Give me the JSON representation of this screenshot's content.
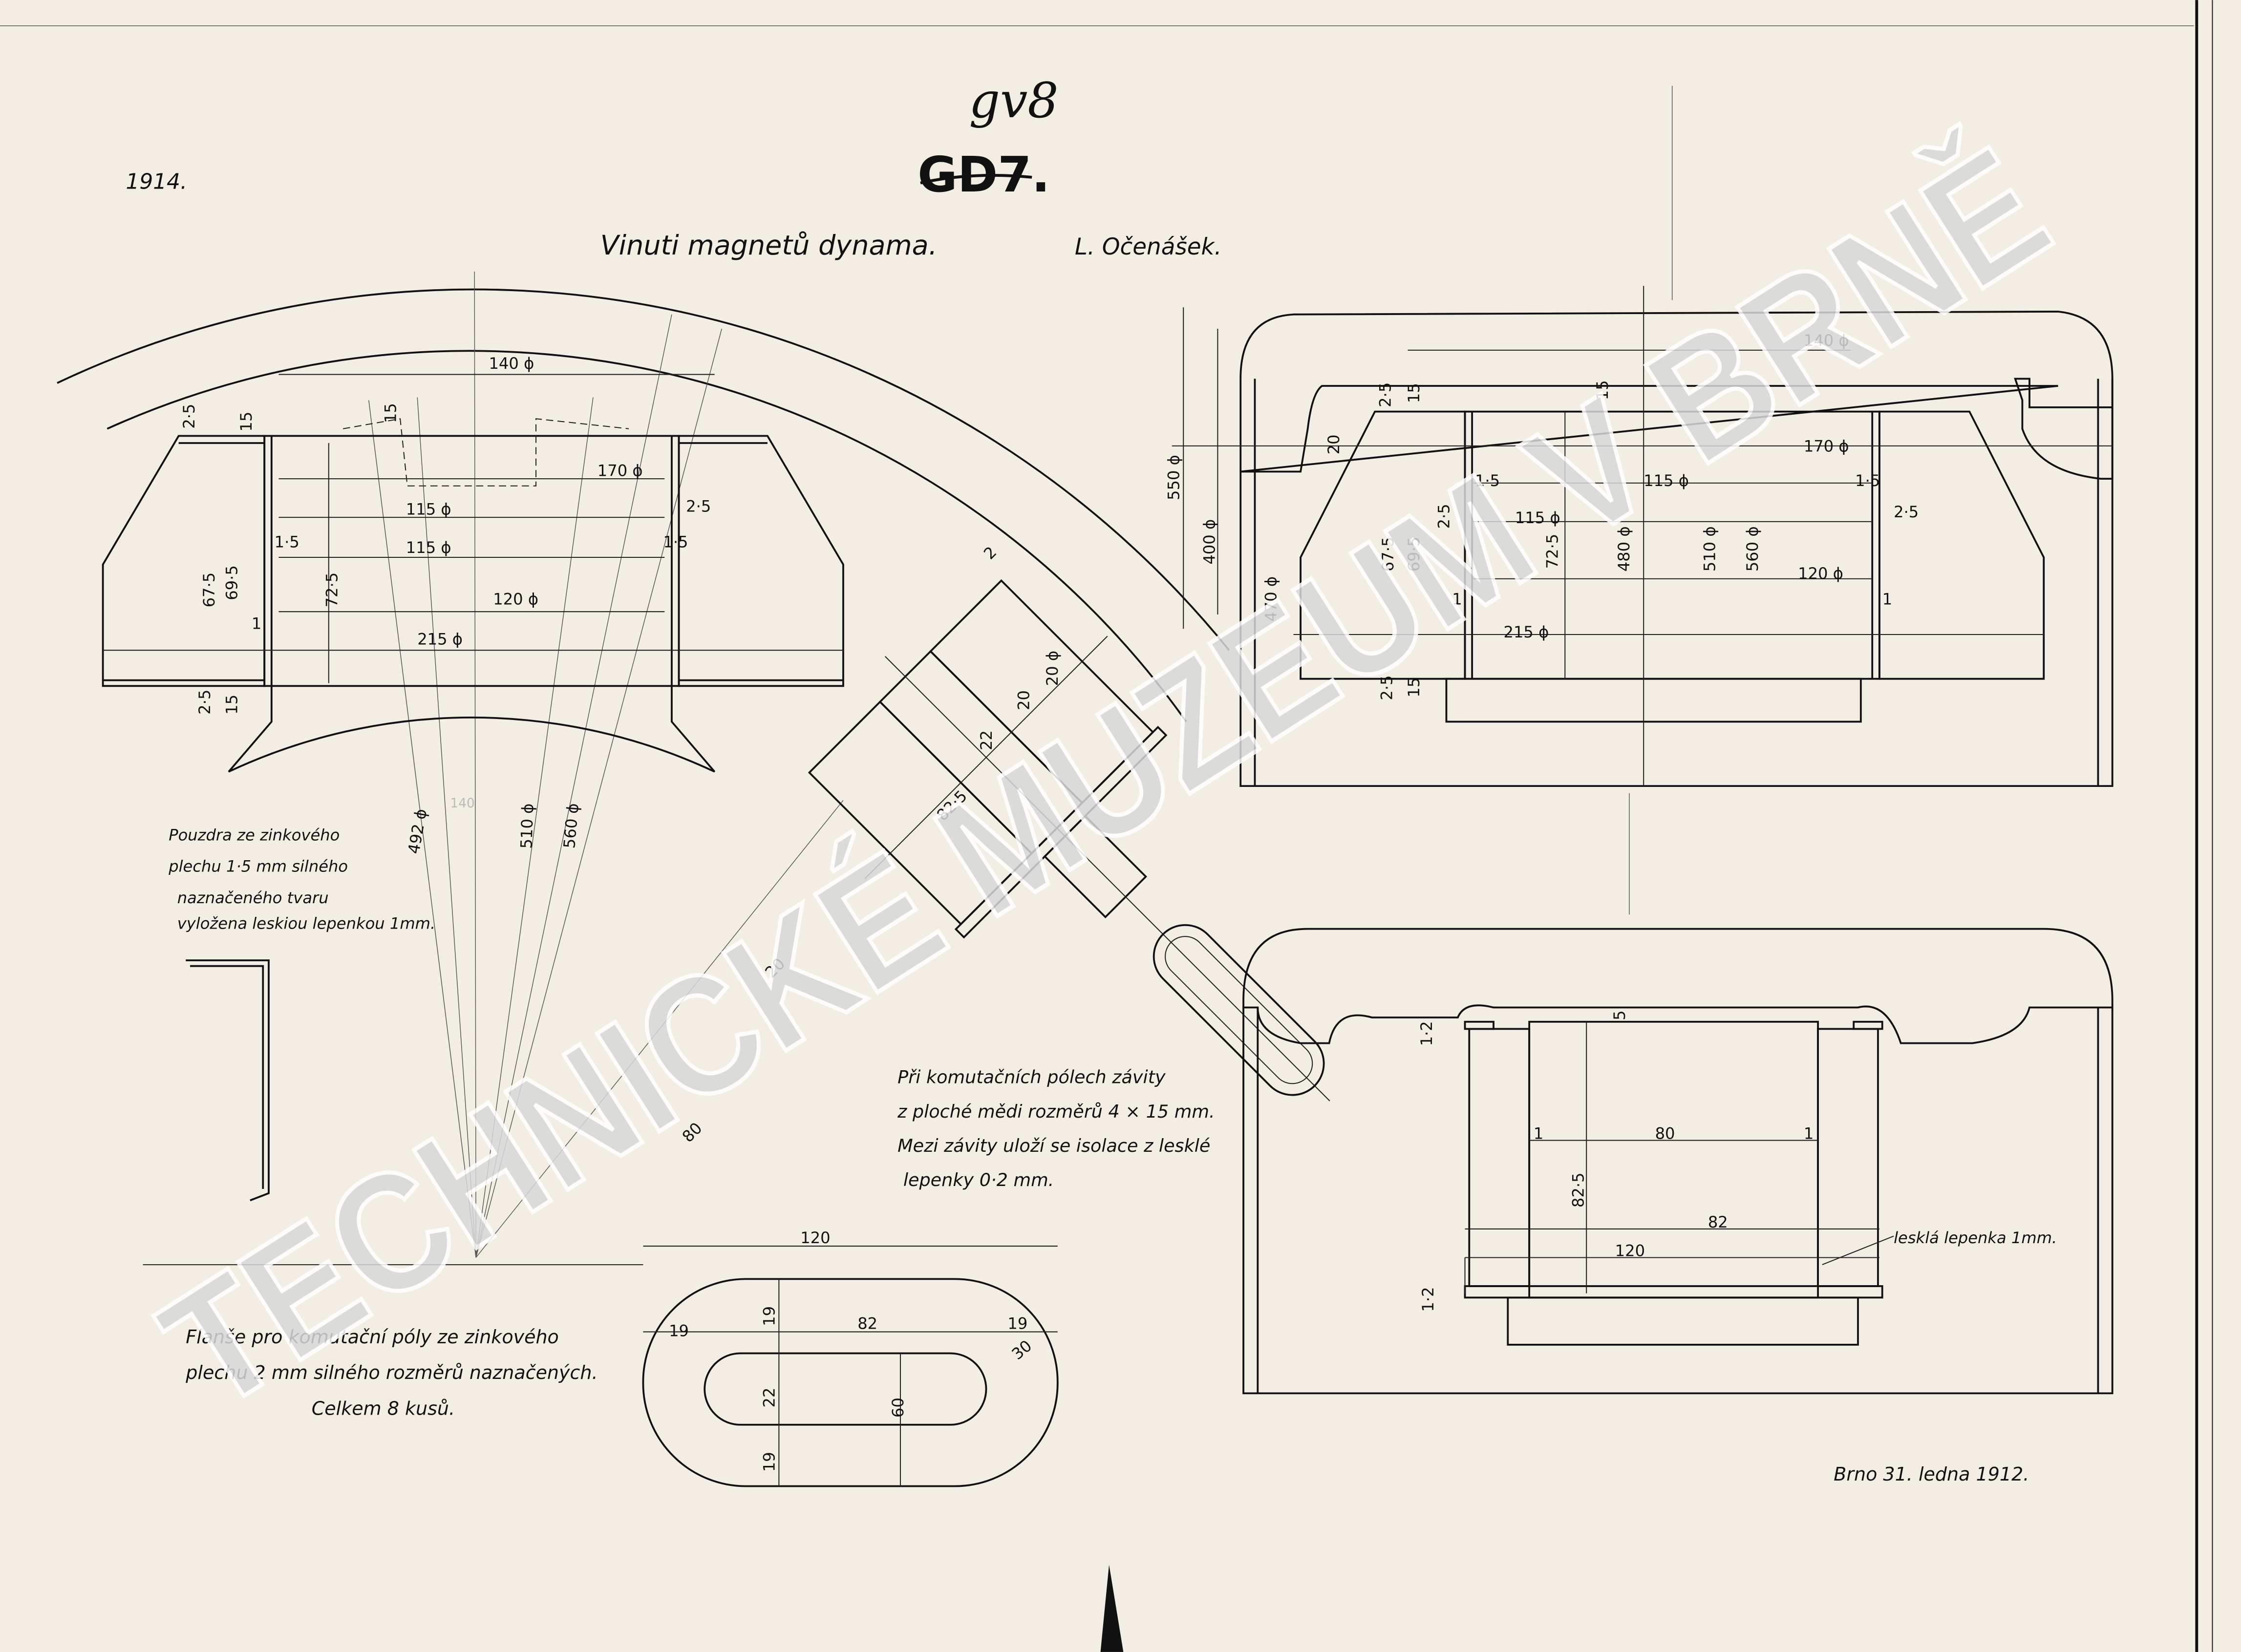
{
  "header": {
    "year_note": "1914.",
    "handwritten_number": "gv8",
    "drawing_number": "GD7.",
    "title": "Vinuti magnetů dynama.",
    "author": "L. Očenášek."
  },
  "watermark": "TECHNICKÉ MUZEUM V BRNĚ",
  "left_view_dims": [
    "140 ϕ",
    "2·5",
    "15",
    "15",
    "170 ϕ",
    "115 ϕ",
    "2·5",
    "115 ϕ",
    "1·5",
    "1·5",
    "120 ϕ",
    "72·5",
    "67·5",
    "69·5",
    "1",
    "215 ϕ",
    "2·5",
    "15",
    "492 ϕ",
    "140",
    "510 ϕ",
    "560 ϕ"
  ],
  "pole_dims": [
    "2",
    "20 ϕ",
    "20",
    "22",
    "82·5",
    "20",
    "80"
  ],
  "flange_dims": [
    "120",
    "19",
    "19",
    "82",
    "19",
    "30",
    "22",
    "60",
    "19"
  ],
  "right_top_dims": [
    "140 ϕ",
    "550 ϕ",
    "400 ϕ",
    "470 ϕ",
    "2·5",
    "15",
    "15",
    "20",
    "170 ϕ",
    "1·5",
    "115 ϕ",
    "1·5",
    "2·5",
    "115 ϕ",
    "2·5",
    "67·5",
    "69·5",
    "72·5",
    "480 ϕ",
    "510 ϕ",
    "560 ϕ",
    "120 ϕ",
    "1",
    "1",
    "215 ϕ",
    "2·5",
    "15"
  ],
  "right_bottom_dims": [
    "1·2",
    "5",
    "80",
    "1",
    "1",
    "82·5",
    "82",
    "120",
    "1·2"
  ],
  "notes": {
    "casing": [
      "Pouzdra ze zinkového",
      "plechu 1·5 mm silného",
      "naznačeného tvaru",
      "vyložena leskiou lepenkou 1mm."
    ],
    "commutating": [
      "Při komutačních pólech závity",
      "z ploché mědi rozměrů 4 × 15 mm.",
      "Mezi závity uloží se isolace z lesklé",
      "lepenky 0·2 mm."
    ],
    "flange": [
      "Flanše pro komutační póly ze zinkového",
      "plechu 2 mm silného rozměrů naznačených.",
      "Celkem 8 kusů."
    ],
    "pressboard": "lesklá lepenka 1mm.",
    "place_date": "Brno 31. ledna 1912."
  }
}
